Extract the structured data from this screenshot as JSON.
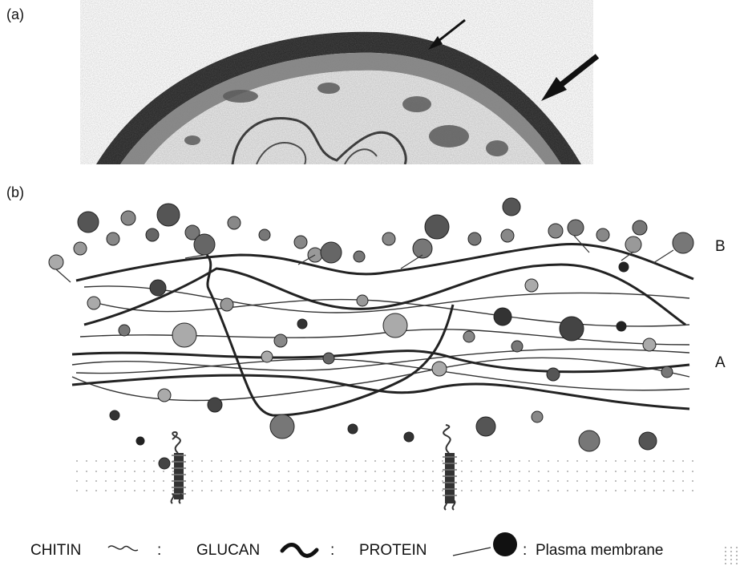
{
  "panels": {
    "a_label": "(a)",
    "b_label": "(b)"
  },
  "layers": {
    "outer": "B",
    "inner": "A"
  },
  "legend": {
    "chitin": "CHITIN",
    "glucan": "GLUCAN",
    "protein": "PROTEIN",
    "membrane": "Plasma membrane",
    "separator": ":"
  },
  "colors": {
    "ink": "#111111",
    "micrograph_dark": "#2a2a2a",
    "micrograph_mid": "#7a7a7a",
    "protein_dark": "#333333",
    "protein_mid": "#777777",
    "protein_light": "#b5b5b5"
  }
}
